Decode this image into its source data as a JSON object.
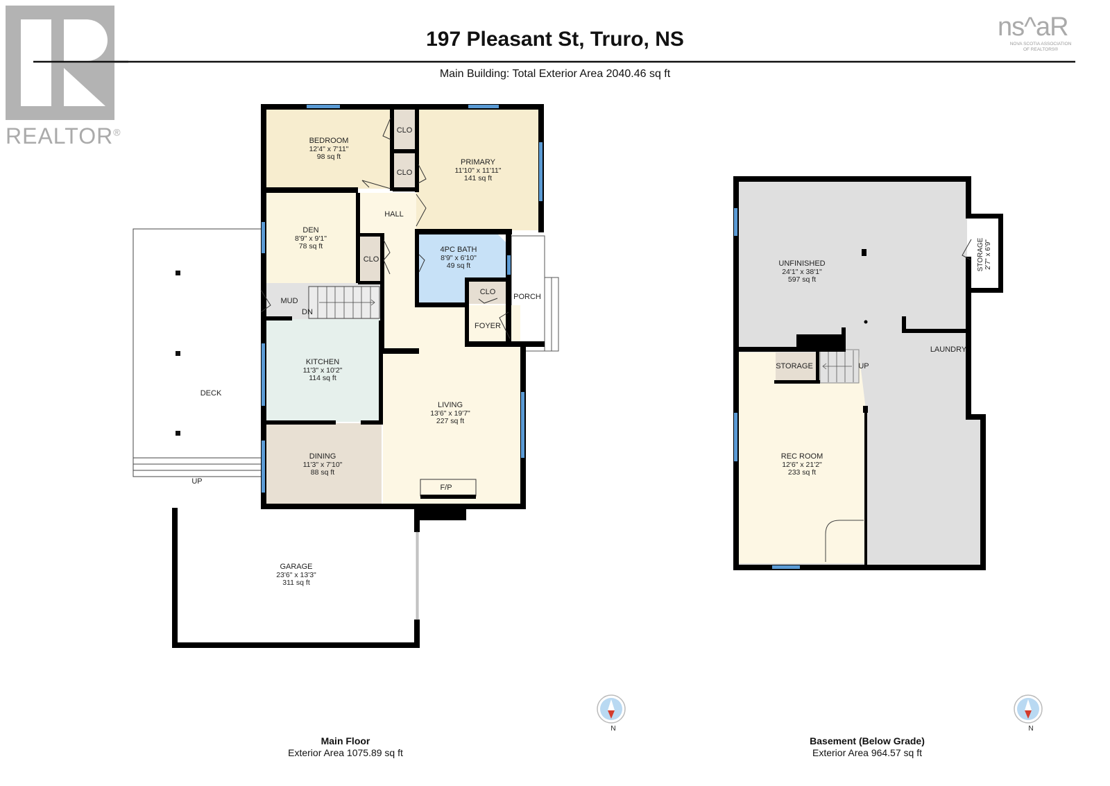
{
  "header": {
    "title": "197 Pleasant St, Truro, NS",
    "subtitle": "Main Building: Total Exterior Area 2040.46 sq ft"
  },
  "logos": {
    "realtor": {
      "icon": "realtor-r-logo",
      "text": "REALTOR",
      "mark": "®"
    },
    "nsar": {
      "text": "ns^aR",
      "sub1": "NOVA SCOTIA ASSOCIATION",
      "sub2": "OF REALTORS®"
    }
  },
  "colors": {
    "wall": "#000000",
    "window": "#5b9bd5",
    "bedroom": "#f7edcf",
    "den": "#fbf5df",
    "bath": "#c7e1f7",
    "closet": "#e6ded2",
    "kitchen": "#e6f0ec",
    "dining": "#e8e0d3",
    "living": "#fdf7e4",
    "hall": "#fdf7e4",
    "mud": "#e2e2e2",
    "unfinished": "#dfdfdf",
    "rec": "#fdf7e4",
    "compass_ring": "#bbbbbb",
    "compass_fill": "#b9d9f2",
    "compass_needle": "#d33b2c"
  },
  "main_floor": {
    "caption": "Main Floor",
    "area": "Exterior Area 1075.89 sq ft",
    "compass_label": "N",
    "rooms": [
      {
        "name": "BEDROOM",
        "dims": "12'4\" x 7'11\"",
        "area": "98 sq ft"
      },
      {
        "name": "PRIMARY",
        "dims": "11'10\" x 11'11\"",
        "area": "141 sq ft"
      },
      {
        "name": "DEN",
        "dims": "8'9\" x 9'1\"",
        "area": "78 sq ft"
      },
      {
        "name": "4PC BATH",
        "dims": "8'9\" x 6'10\"",
        "area": "49 sq ft"
      },
      {
        "name": "KITCHEN",
        "dims": "11'3\" x 10'2\"",
        "area": "114 sq ft"
      },
      {
        "name": "LIVING",
        "dims": "13'6\" x 19'7\"",
        "area": "227 sq ft"
      },
      {
        "name": "DINING",
        "dims": "11'3\" x 7'10\"",
        "area": "88 sq ft"
      },
      {
        "name": "GARAGE",
        "dims": "23'6\" x 13'3\"",
        "area": "311 sq ft"
      }
    ],
    "labels": {
      "clo1": "CLO",
      "clo2": "CLO",
      "clo3": "CLO",
      "clo4": "CLO",
      "hall": "HALL",
      "mud": "MUD",
      "dn": "DN",
      "porch": "PORCH",
      "foyer": "FOYER",
      "deck": "DECK",
      "up": "UP",
      "fp": "F/P"
    }
  },
  "basement": {
    "caption": "Basement (Below Grade)",
    "area": "Exterior Area 964.57 sq ft",
    "compass_label": "N",
    "rooms": [
      {
        "name": "UNFINISHED",
        "dims": "24'1\" x 38'1\"",
        "area": "597 sq ft"
      },
      {
        "name": "REC ROOM",
        "dims": "12'6\" x 21'2\"",
        "area": "233 sq ft"
      },
      {
        "name": "STORAGE",
        "dims": "2'7\" x 6'9\""
      }
    ],
    "labels": {
      "storage": "STORAGE",
      "up": "UP",
      "laundry": "LAUNDRY"
    }
  }
}
